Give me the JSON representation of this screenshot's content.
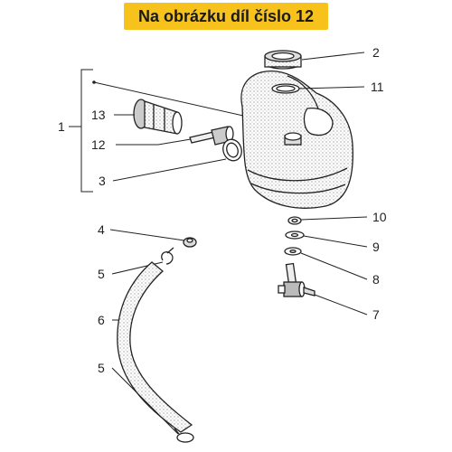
{
  "header": {
    "title": "Na obrázku díl číslo 12",
    "background": "#f8c21c"
  },
  "callouts": {
    "c1": "1",
    "c2": "2",
    "c3": "3",
    "c4": "4",
    "c5a": "5",
    "c5b": "5",
    "c6": "6",
    "c7": "7",
    "c8": "8",
    "c9": "9",
    "c10": "10",
    "c11": "11",
    "c12": "12",
    "c13": "13"
  },
  "colors": {
    "line": "#222222",
    "part_fill": "#ffffff",
    "shade": "#9a9a9a"
  }
}
